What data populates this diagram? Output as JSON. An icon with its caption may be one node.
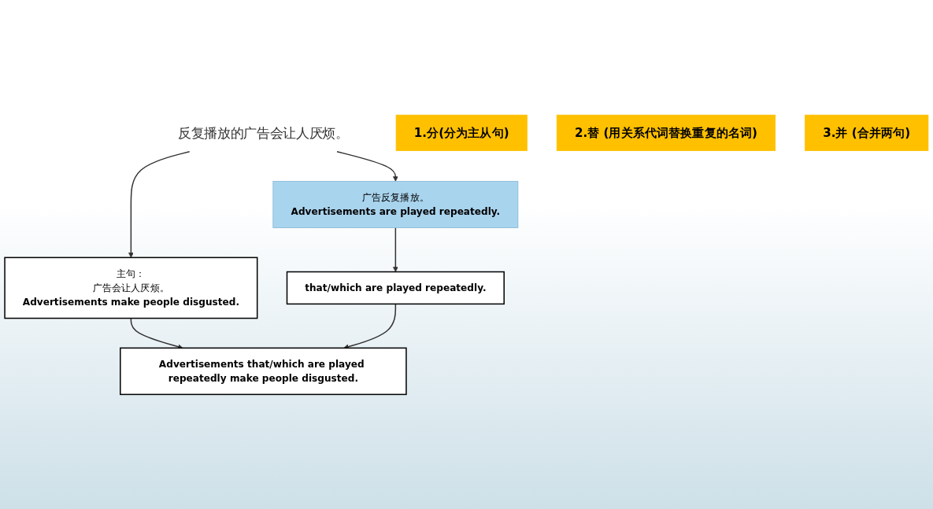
{
  "diagram": {
    "nodes": [
      {
        "text": [
          "反复播放的广告会让人厌烦。"
        ]
      },
      {
        "text": [
          "1.分(分为主从句)"
        ]
      },
      {
        "text": [
          "主句：",
          "广告会让人厌烦。",
          "Advertisements make people disgusted."
        ]
      },
      {
        "text": [
          "广告反复播放。",
          "Advertisements are played repeatedly."
        ]
      },
      {
        "text": [
          "2.替 (用关系代词替换重复的名词)"
        ]
      },
      {
        "text": [
          "that/which are played repeatedly."
        ]
      },
      {
        "text": [
          "3.并 (合并两句)"
        ]
      },
      {
        "text": [
          "Advertisements that/which are played repeatedly make people disgusted."
        ]
      }
    ],
    "edges": [
      {
        "from": 0,
        "to": 2,
        "arrow": "to"
      },
      {
        "from": 0,
        "to": 3,
        "arrow": "to"
      },
      {
        "from": 3,
        "to": 5,
        "arrow": "to"
      },
      {
        "from": 2,
        "to": 7,
        "arrow": "to"
      },
      {
        "from": 5,
        "to": 7,
        "arrow": "to"
      }
    ]
  }
}
